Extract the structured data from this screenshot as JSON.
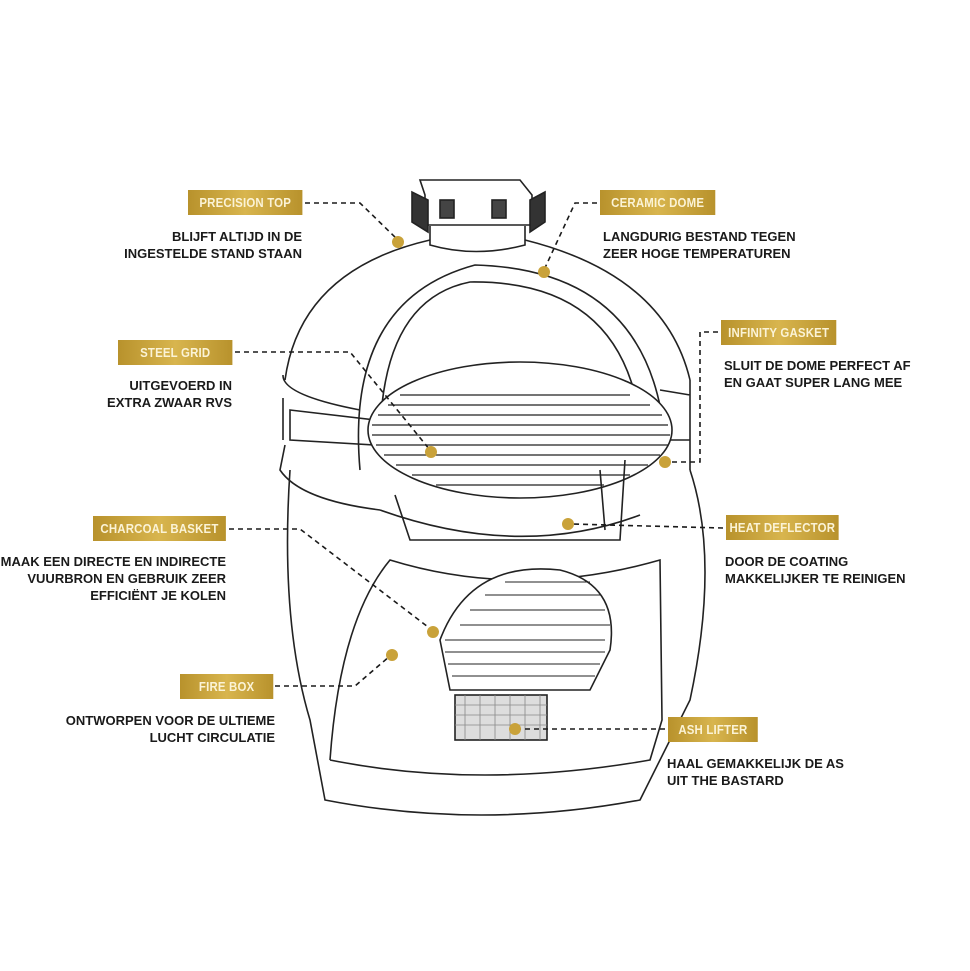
{
  "callouts": {
    "precision_top": {
      "title": "PRECISION TOP",
      "lines": [
        "BLIJFT ALTIJD IN DE",
        "INGESTELDE STAND STAAN"
      ]
    },
    "ceramic_dome": {
      "title": "CERAMIC DOME",
      "lines": [
        "LANGDURIG BESTAND TEGEN",
        "ZEER HOGE TEMPERATUREN"
      ]
    },
    "infinity_gasket": {
      "title": "INFINITY GASKET",
      "lines": [
        "SLUIT DE DOME PERFECT AF",
        "EN GAAT SUPER LANG MEE"
      ]
    },
    "steel_grid": {
      "title": "STEEL GRID",
      "lines": [
        "UITGEVOERD IN",
        "EXTRA ZWAAR RVS"
      ]
    },
    "charcoal_basket": {
      "title": "CHARCOAL BASKET",
      "lines": [
        "MAAK EEN DIRECTE EN INDIRECTE",
        "VUURBRON EN GEBRUIK ZEER",
        "EFFICIËNT JE KOLEN"
      ]
    },
    "heat_deflector": {
      "title": "HEAT DEFLECTOR",
      "lines": [
        "DOOR DE COATING",
        "MAKKELIJKER TE REINIGEN"
      ]
    },
    "fire_box": {
      "title": "FIRE BOX",
      "lines": [
        "ONTWORPEN VOOR DE ULTIEME",
        "LUCHT CIRCULATIE"
      ]
    },
    "ash_lifter": {
      "title": "ASH LIFTER",
      "lines": [
        "HAAL GEMAKKELIJK DE AS",
        "UIT THE BASTARD"
      ]
    }
  },
  "colors": {
    "gold": "#c9a23a",
    "line": "#1a1a1a"
  }
}
